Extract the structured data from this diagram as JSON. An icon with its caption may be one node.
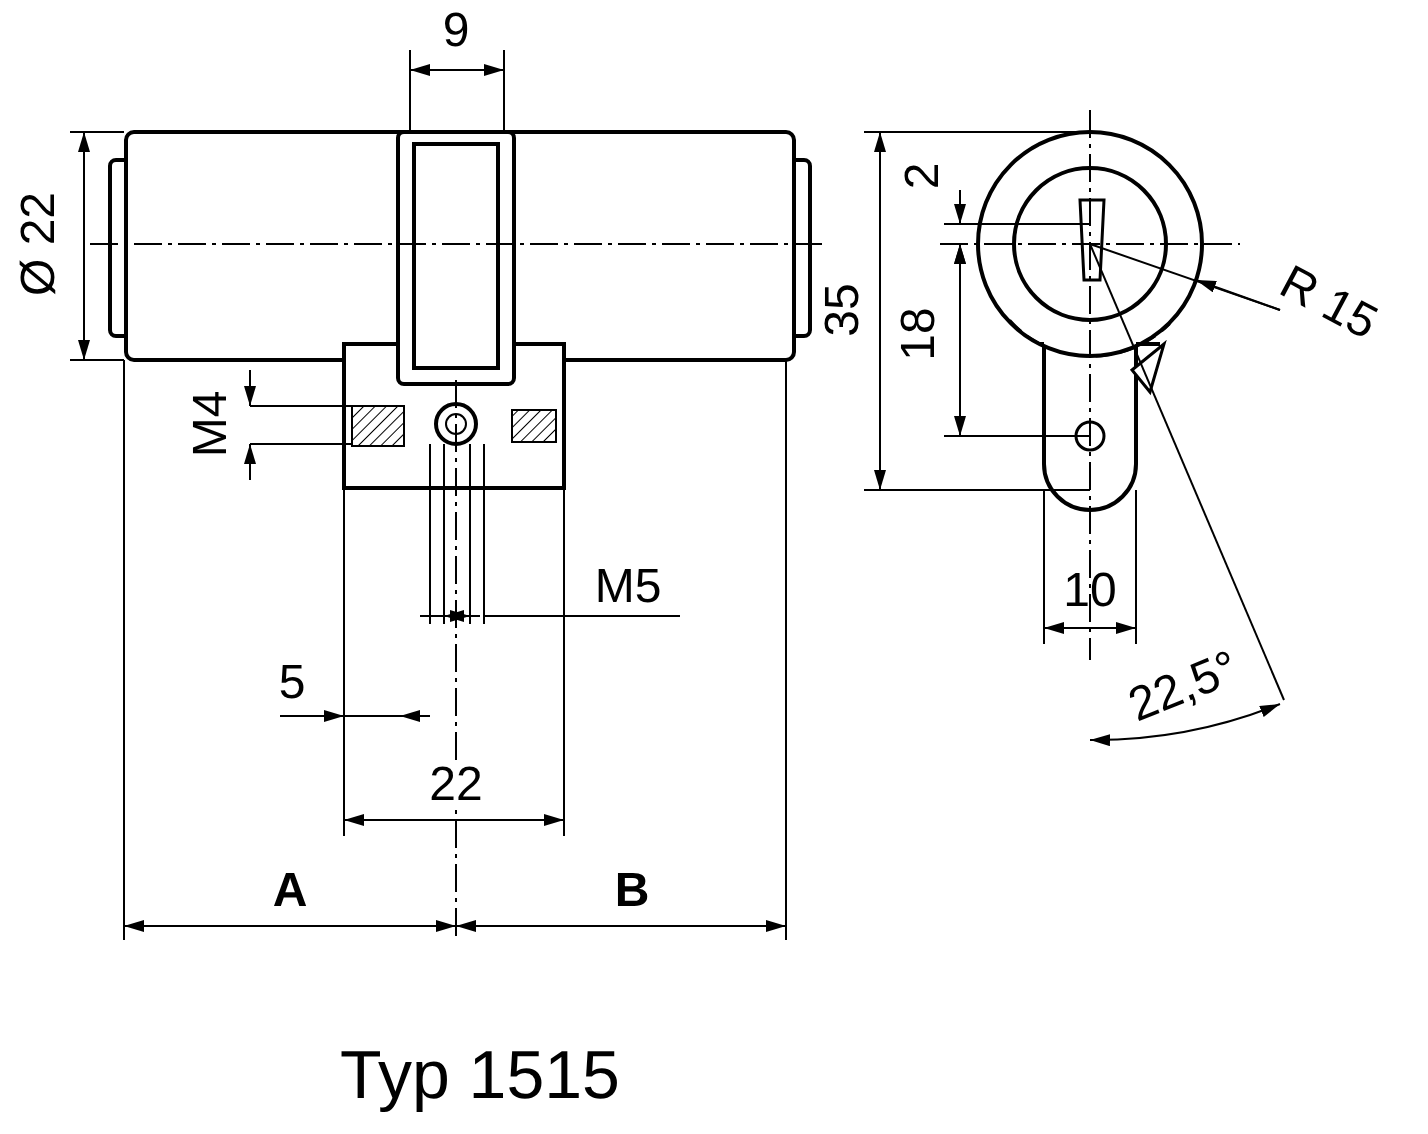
{
  "diagram": {
    "caption": "Typ 1515",
    "labels": [
      "9",
      "Ø 22",
      "2",
      "35",
      "R 15",
      "18",
      "M4",
      "M5",
      "10",
      "5",
      "22,5°",
      "22",
      "A",
      "B"
    ]
  }
}
